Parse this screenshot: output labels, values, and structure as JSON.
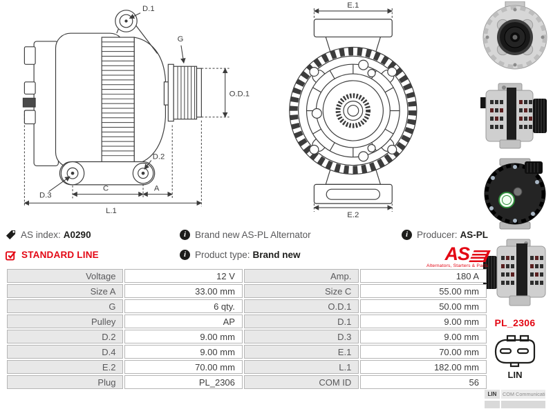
{
  "colors": {
    "brand_red": "#e30613",
    "table_label_bg": "#e8e8e8",
    "table_value_bg": "#ffffff",
    "table_border": "#b5b5b5",
    "drawing_line": "#3c3c3c",
    "info_text": "#58585a",
    "info_bold": "#1d1d1b"
  },
  "info_bar": {
    "as_index_label": "AS index:",
    "as_index_value": "A0290",
    "standard_line_label": "STANDARD LINE",
    "brand_new_text": "Brand new AS-PL Alternator",
    "product_type_label": "Product type:",
    "product_type_value": "Brand new",
    "producer_label": "Producer:",
    "producer_value": "AS-PL",
    "logo_text": "AS",
    "logo_tagline": "Alternators, Starters & Parts"
  },
  "diagrams": {
    "side_view": {
      "d1": "D.1",
      "g": "G",
      "od1": "O.D.1",
      "d2": "D.2",
      "d3": "D.3",
      "c": "C",
      "a": "A",
      "l1": "L.1"
    },
    "front_view": {
      "e1": "E.1",
      "e2": "E.2"
    }
  },
  "sidebar": {
    "plug_code": "PL_2306",
    "connector_label": "LIN",
    "com_key": "LIN",
    "com_value": "COM Communication"
  },
  "spec_table": {
    "rows": [
      [
        "Voltage",
        "12 V",
        "Amp.",
        "180 A"
      ],
      [
        "Size A",
        "33.00 mm",
        "Size C",
        "55.00 mm"
      ],
      [
        "G",
        "6 qty.",
        "O.D.1",
        "50.00 mm"
      ],
      [
        "Pulley",
        "AP",
        "D.1",
        "9.00 mm"
      ],
      [
        "D.2",
        "9.00 mm",
        "D.3",
        "9.00 mm"
      ],
      [
        "D.4",
        "9.00 mm",
        "E.1",
        "70.00 mm"
      ],
      [
        "E.2",
        "70.00 mm",
        "L.1",
        "182.00 mm"
      ],
      [
        "Plug",
        "PL_2306",
        "COM ID",
        "56"
      ]
    ]
  }
}
